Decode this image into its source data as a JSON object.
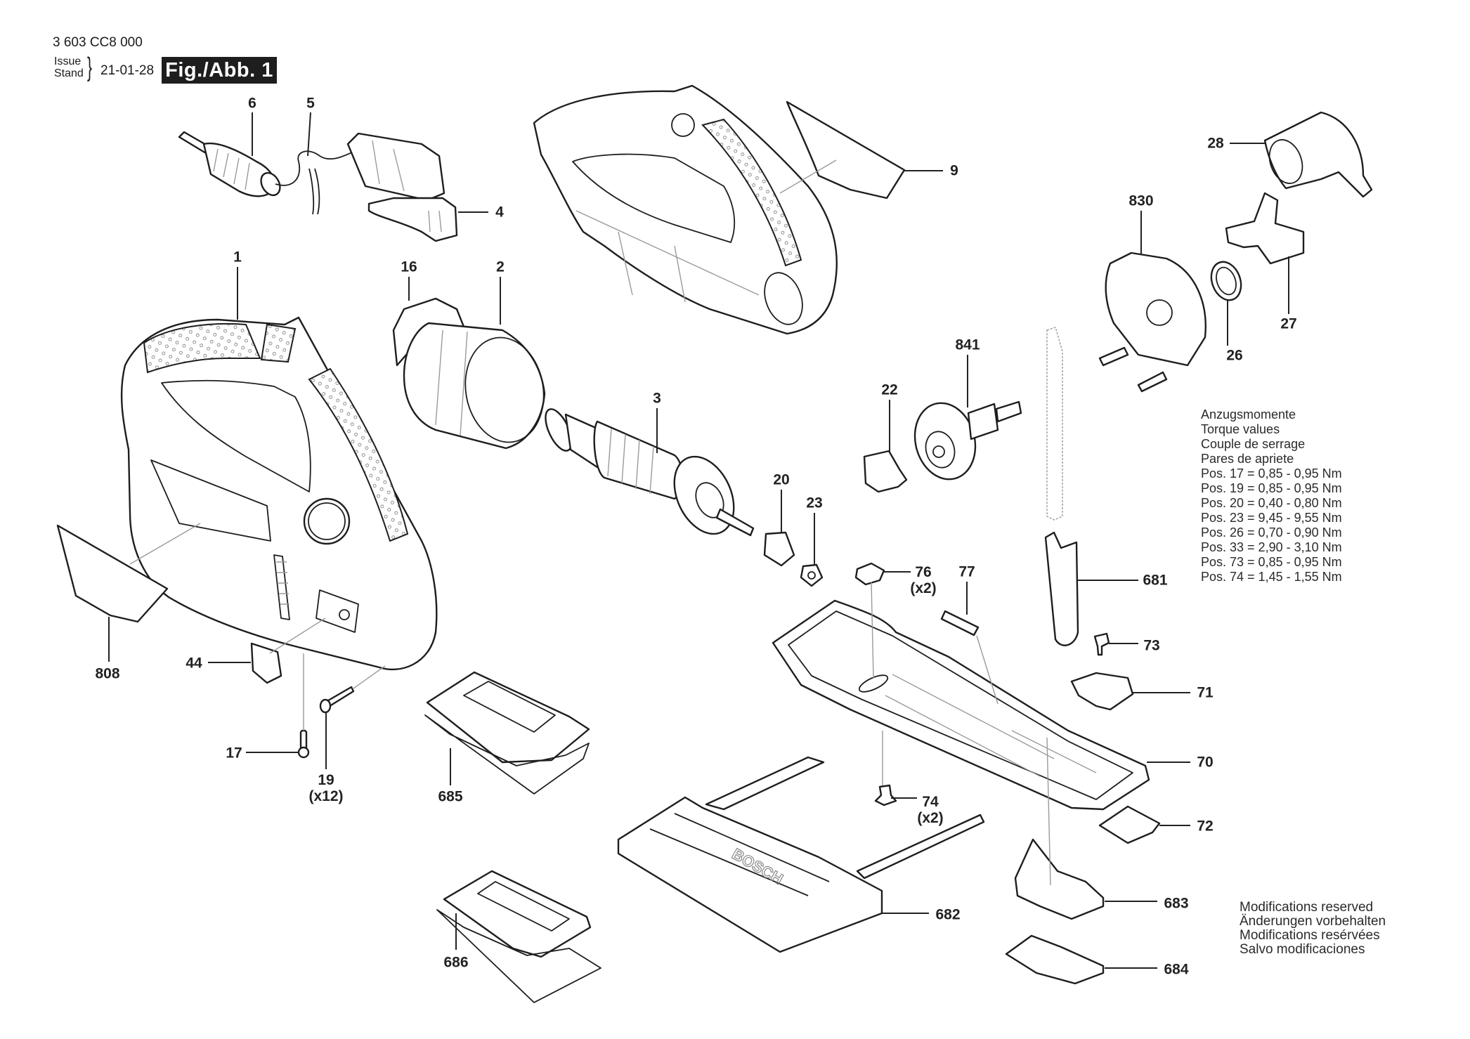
{
  "header": {
    "part_number": "3 603 CC8 000",
    "issue_label_en": "Issue",
    "issue_label_de": "Stand",
    "issue_date": "21-01-28",
    "figure_label": "Fig./Abb. 1"
  },
  "parts": [
    {
      "id": "6",
      "qty": ""
    },
    {
      "id": "5",
      "qty": ""
    },
    {
      "id": "4",
      "qty": ""
    },
    {
      "id": "1",
      "qty": ""
    },
    {
      "id": "16",
      "qty": ""
    },
    {
      "id": "2",
      "qty": ""
    },
    {
      "id": "3",
      "qty": ""
    },
    {
      "id": "9",
      "qty": ""
    },
    {
      "id": "28",
      "qty": ""
    },
    {
      "id": "830",
      "qty": ""
    },
    {
      "id": "27",
      "qty": ""
    },
    {
      "id": "26",
      "qty": ""
    },
    {
      "id": "841",
      "qty": ""
    },
    {
      "id": "22",
      "qty": ""
    },
    {
      "id": "20",
      "qty": ""
    },
    {
      "id": "23",
      "qty": ""
    },
    {
      "id": "76",
      "qty": "(x2)"
    },
    {
      "id": "77",
      "qty": ""
    },
    {
      "id": "681",
      "qty": ""
    },
    {
      "id": "73",
      "qty": ""
    },
    {
      "id": "71",
      "qty": ""
    },
    {
      "id": "70",
      "qty": ""
    },
    {
      "id": "74",
      "qty": "(x2)"
    },
    {
      "id": "72",
      "qty": ""
    },
    {
      "id": "683",
      "qty": ""
    },
    {
      "id": "682",
      "qty": ""
    },
    {
      "id": "684",
      "qty": ""
    },
    {
      "id": "686",
      "qty": ""
    },
    {
      "id": "685",
      "qty": ""
    },
    {
      "id": "808",
      "qty": ""
    },
    {
      "id": "44",
      "qty": ""
    },
    {
      "id": "17",
      "qty": ""
    },
    {
      "id": "19",
      "qty": "(x12)"
    }
  ],
  "torque": {
    "titles": [
      "Anzugsmomente",
      "Torque values",
      "Couple de serrage",
      "Pares de apriete"
    ],
    "values": [
      "Pos. 17 = 0,85 - 0,95 Nm",
      "Pos. 19 = 0,85 - 0,95 Nm",
      "Pos. 20 = 0,40 - 0,80 Nm",
      "Pos. 23 = 9,45 - 9,55 Nm",
      "Pos. 26 = 0,70 - 0,90 Nm",
      "Pos. 33 = 2,90 - 3,10 Nm",
      "Pos. 73 = 0,85 - 0,95 Nm",
      "Pos. 74 = 1,45 - 1,55 Nm"
    ]
  },
  "modifications": [
    "Modifications reserved",
    "Änderungen vorbehalten",
    "Modifications resérvées",
    "Salvo modificaciones"
  ],
  "brand_mark": "BOSCH"
}
